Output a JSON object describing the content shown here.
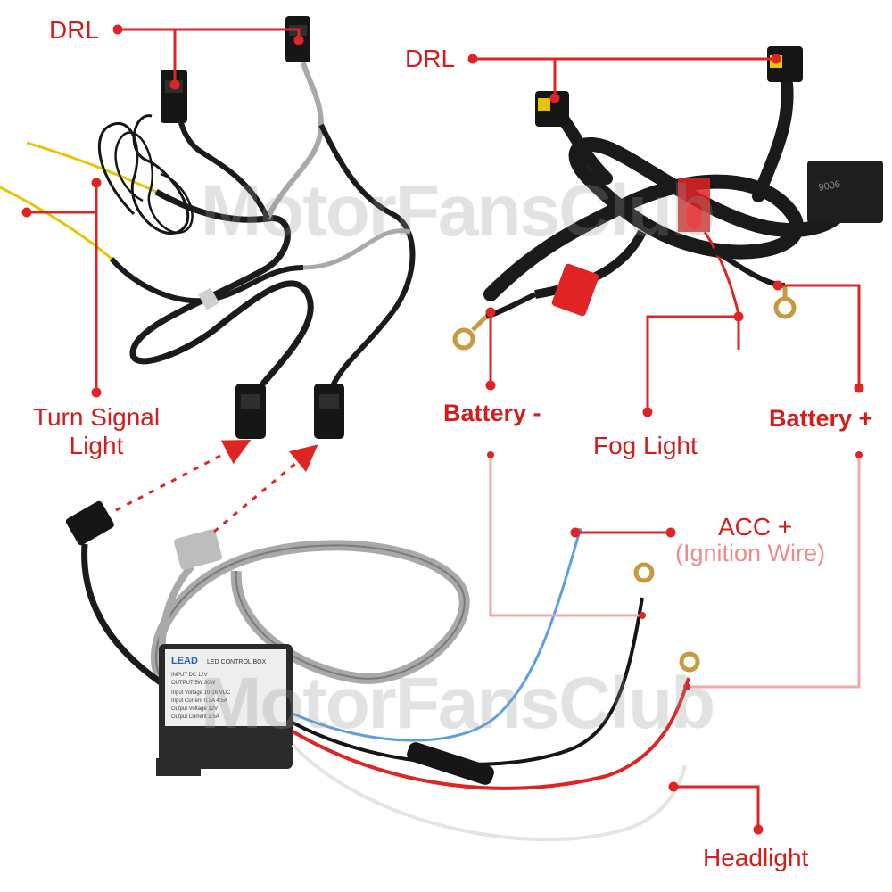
{
  "watermark": "MotorFansClub",
  "labels": {
    "drl_left": "DRL",
    "drl_right": "DRL",
    "turn_signal_line1": "Turn Signal",
    "turn_signal_line2": "Light",
    "battery_minus": "Battery -",
    "battery_plus": "Battery +",
    "fog_light": "Fog Light",
    "acc_plus": "ACC +",
    "ignition_wire": "(Ignition Wire)",
    "headlight": "Headlight"
  },
  "module_text": {
    "brand": "LEAD",
    "title": "LED CONTROL BOX",
    "line1": "INPUT DC 12V",
    "line2": "OUTPUT 5W 30W",
    "line3": "Input Voltage 10-16 VDC",
    "line4": "Input Current 0.3A 4.5A",
    "line5": "Output Voltage 12V",
    "line6": "Output Current 2.5A"
  },
  "relay_label": "9006",
  "colors": {
    "label_red": "#d41c1c",
    "label_light": "#ee8a8a",
    "wire_black": "#161616",
    "wire_grey": "#a9a9a9",
    "wire_blue": "#5aa0e0",
    "wire_red": "#e02424",
    "wire_yellow": "#e8c400",
    "wire_white": "#e4e4e4"
  }
}
